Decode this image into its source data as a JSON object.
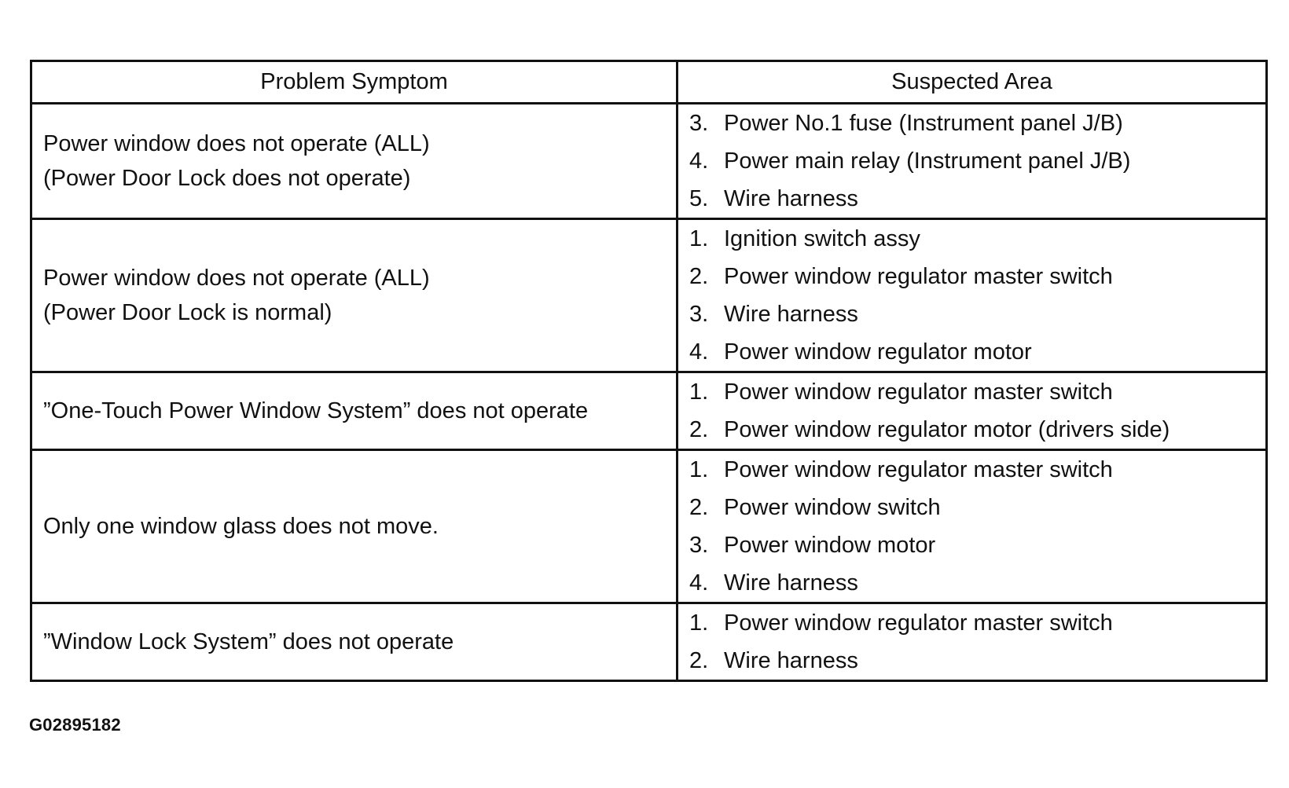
{
  "table": {
    "headers": {
      "symptom": "Problem Symptom",
      "area": "Suspected Area"
    },
    "rows": [
      {
        "symptom": [
          "Power window does not operate (ALL)",
          "(Power Door Lock does not operate)"
        ],
        "areas": [
          {
            "num": "3.",
            "text": "Power No.1 fuse (Instrument panel J/B)"
          },
          {
            "num": "4.",
            "text": "Power main relay (Instrument panel J/B)"
          },
          {
            "num": "5.",
            "text": "Wire harness"
          }
        ]
      },
      {
        "symptom": [
          "Power window does not operate (ALL)",
          "(Power Door Lock is normal)"
        ],
        "areas": [
          {
            "num": "1.",
            "text": "Ignition switch assy"
          },
          {
            "num": "2.",
            "text": "Power window regulator master switch"
          },
          {
            "num": "3.",
            "text": "Wire harness"
          },
          {
            "num": "4.",
            "text": "Power window regulator motor"
          }
        ]
      },
      {
        "symptom": [
          "”One-Touch Power Window System” does not operate"
        ],
        "areas": [
          {
            "num": "1.",
            "text": "Power window regulator master switch"
          },
          {
            "num": "2.",
            "text": "Power window regulator motor (drivers side)"
          }
        ]
      },
      {
        "symptom": [
          "Only one window glass does not move."
        ],
        "areas": [
          {
            "num": "1.",
            "text": "Power window regulator master switch"
          },
          {
            "num": "2.",
            "text": "Power window switch"
          },
          {
            "num": "3.",
            "text": "Power window motor"
          },
          {
            "num": "4.",
            "text": "Wire harness"
          }
        ]
      },
      {
        "symptom": [
          "”Window Lock System” does not operate"
        ],
        "areas": [
          {
            "num": "1.",
            "text": "Power window regulator master switch"
          },
          {
            "num": "2.",
            "text": "Wire harness"
          }
        ]
      }
    ]
  },
  "figure_id": "G02895182"
}
